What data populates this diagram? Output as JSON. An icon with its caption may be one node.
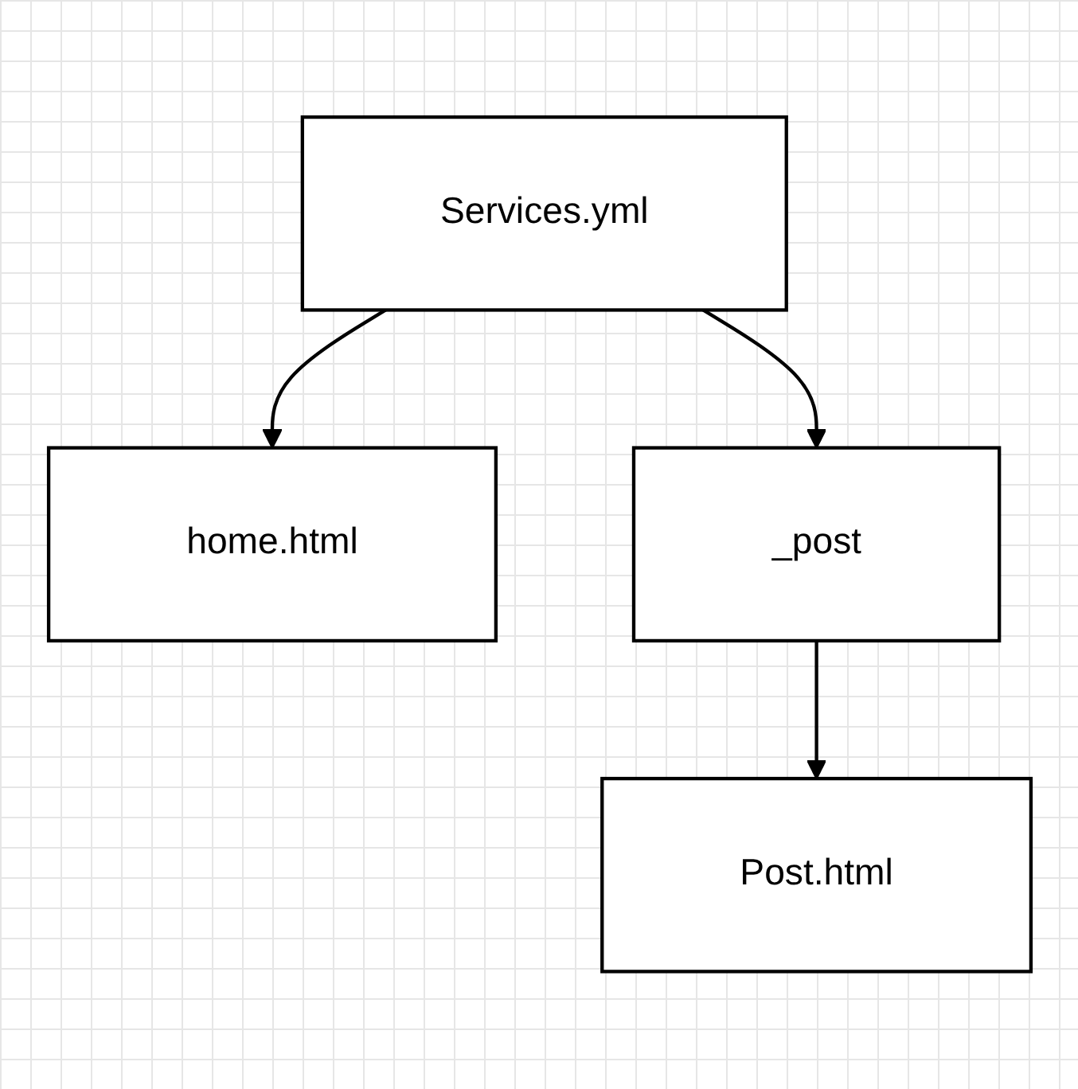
{
  "diagram": {
    "nodes": [
      {
        "text": [
          "Services.yml"
        ]
      },
      {
        "text": [
          "home.html"
        ]
      },
      {
        "text": [
          "_post"
        ]
      },
      {
        "text": [
          "Post.html"
        ]
      }
    ],
    "edges": [
      {
        "from": 0,
        "to": 1,
        "arrow": "to"
      },
      {
        "from": 0,
        "to": 2,
        "arrow": "to"
      },
      {
        "from": 2,
        "to": 3,
        "arrow": "to"
      }
    ]
  }
}
